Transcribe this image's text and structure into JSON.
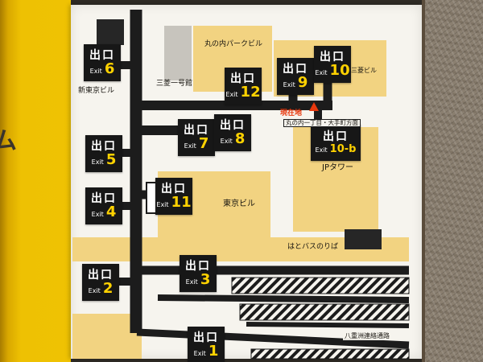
{
  "side_panel": {
    "partial_text": "ム"
  },
  "exit_label": {
    "kanji": "出口",
    "en": "Exit"
  },
  "exits": {
    "e1": "1",
    "e2": "2",
    "e3": "3",
    "e4": "4",
    "e5": "5",
    "e6": "6",
    "e7": "7",
    "e8": "8",
    "e9": "9",
    "e10": "10",
    "e10b": "10-b",
    "e11": "11",
    "e12": "12"
  },
  "buildings": {
    "marunouchi_park": "丸の内パークビル",
    "shin_tokyo": "新東京ビル",
    "mitsubishi_ichigokan": "三菱一号館",
    "mitsubishi": "三菱ビル",
    "jp_tower": "JPタワー",
    "tokyo_building": "東京ビル"
  },
  "map_labels": {
    "current_location": "現在地",
    "direction_sign": "丸の内一丁目・大手町方面",
    "hato_bus_stop": "はとバスのりば",
    "yaesu_passage": "八重洲連絡通路"
  },
  "colors": {
    "sign_yellow": "#edbf00",
    "building_tan": "#f2d381",
    "corridor_black": "#1c1c1c",
    "exit_number_yellow": "#ffd200",
    "current_location_red": "#e8380d"
  }
}
